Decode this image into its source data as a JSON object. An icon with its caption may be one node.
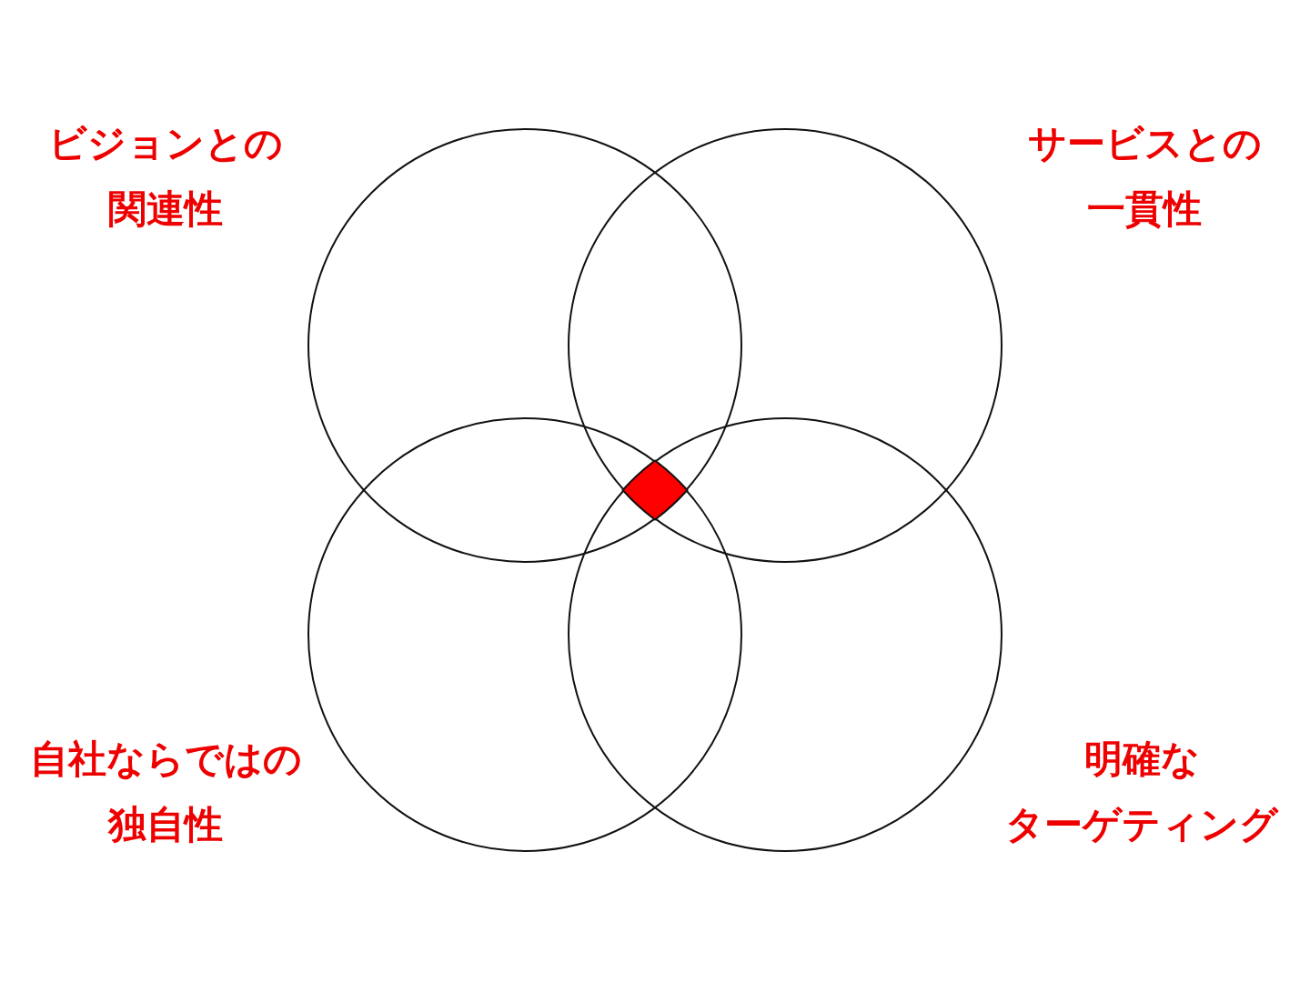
{
  "diagram": {
    "nodes": [
      {
        "text": [],
        "shape": "circle",
        "beside": [
          "ビジョンとの関連性"
        ]
      },
      {
        "text": [],
        "shape": "circle",
        "beside": [
          "サービスとの一貫性"
        ]
      },
      {
        "text": [],
        "shape": "circle",
        "beside": [
          "自社ならではの独自性"
        ]
      },
      {
        "text": [],
        "shape": "circle",
        "beside": [
          "明確なターゲティング"
        ]
      }
    ]
  }
}
